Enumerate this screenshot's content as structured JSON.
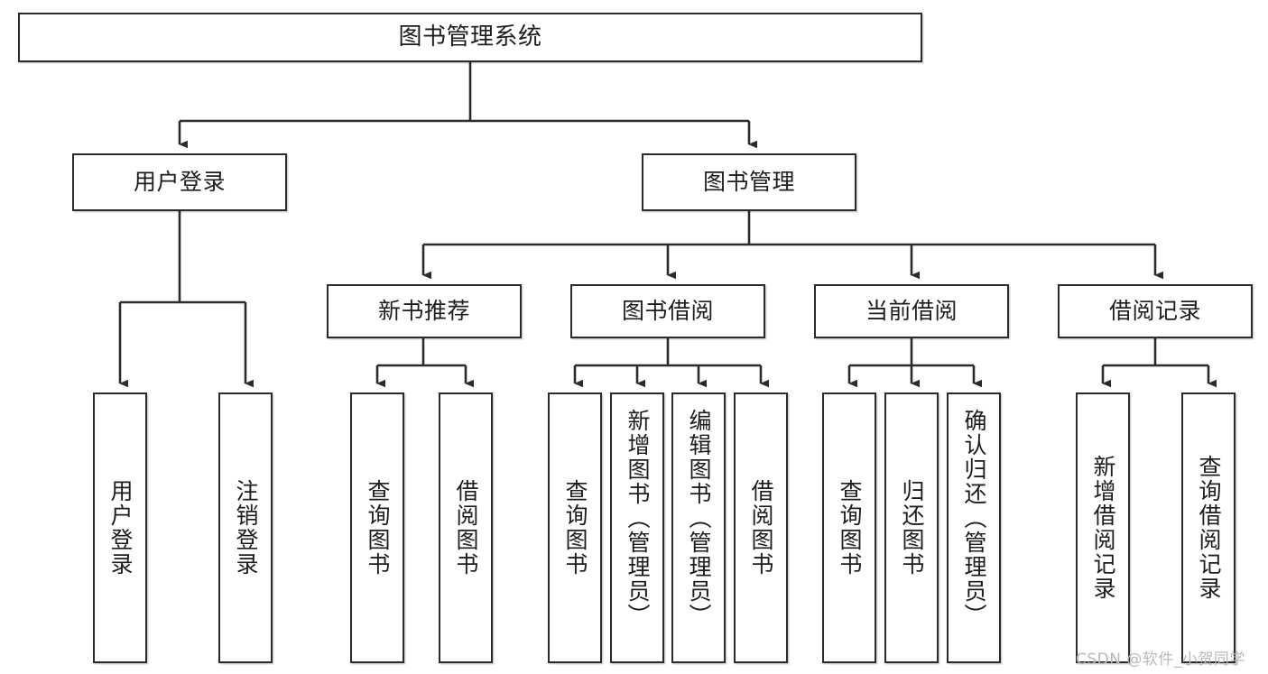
{
  "diagram": {
    "title": "图书管理系统",
    "type": "tree",
    "watermark": "CSDN @软件_小贺同学",
    "colors": {
      "box_stroke": "#2b2b2b",
      "box_fill": "#ffffff",
      "edge": "#2b2b2b",
      "text": "#1d1d1d",
      "watermark": "#b9b9b9"
    },
    "nodes": {
      "root": {
        "label": "图书管理系统",
        "level": 1
      },
      "user_login": {
        "label": "用户登录",
        "level": 2
      },
      "book_manage": {
        "label": "图书管理",
        "level": 2
      },
      "new_book_rec": {
        "label": "新书推荐",
        "level": 3
      },
      "book_borrow": {
        "label": "图书借阅",
        "level": 3
      },
      "current_borrow": {
        "label": "当前借阅",
        "level": 3
      },
      "borrow_record": {
        "label": "借阅记录",
        "level": 3
      },
      "leaf_user_login": {
        "label": "用户登录",
        "level": 3
      },
      "leaf_logout": {
        "label": "注销登录",
        "level": 3
      },
      "leaf_query_book_1": {
        "label": "查询图书",
        "level": 4
      },
      "leaf_borrow_book_1": {
        "label": "借阅图书",
        "level": 4
      },
      "leaf_query_book_2": {
        "label": "查询图书",
        "level": 4
      },
      "leaf_add_book": {
        "label": "新增图书（管理员）",
        "level": 4
      },
      "leaf_edit_book": {
        "label": "编辑图书（管理员）",
        "level": 4
      },
      "leaf_borrow_book_2": {
        "label": "借阅图书",
        "level": 4
      },
      "leaf_query_book_3": {
        "label": "查询图书",
        "level": 4
      },
      "leaf_return_book": {
        "label": "归还图书",
        "level": 4
      },
      "leaf_confirm_return": {
        "label": "确认归还（管理员）",
        "level": 4
      },
      "leaf_add_record": {
        "label": "新增借阅记录",
        "level": 4
      },
      "leaf_query_record": {
        "label": "查询借阅记录",
        "level": 4
      }
    },
    "edges": [
      {
        "from": "root",
        "to": "user_login"
      },
      {
        "from": "root",
        "to": "book_manage"
      },
      {
        "from": "user_login",
        "to": "leaf_user_login"
      },
      {
        "from": "user_login",
        "to": "leaf_logout"
      },
      {
        "from": "book_manage",
        "to": "new_book_rec"
      },
      {
        "from": "book_manage",
        "to": "book_borrow"
      },
      {
        "from": "book_manage",
        "to": "current_borrow"
      },
      {
        "from": "book_manage",
        "to": "borrow_record"
      },
      {
        "from": "new_book_rec",
        "to": "leaf_query_book_1"
      },
      {
        "from": "new_book_rec",
        "to": "leaf_borrow_book_1"
      },
      {
        "from": "book_borrow",
        "to": "leaf_query_book_2"
      },
      {
        "from": "book_borrow",
        "to": "leaf_add_book"
      },
      {
        "from": "book_borrow",
        "to": "leaf_edit_book"
      },
      {
        "from": "book_borrow",
        "to": "leaf_borrow_book_2"
      },
      {
        "from": "current_borrow",
        "to": "leaf_query_book_3"
      },
      {
        "from": "current_borrow",
        "to": "leaf_return_book"
      },
      {
        "from": "current_borrow",
        "to": "leaf_confirm_return"
      },
      {
        "from": "borrow_record",
        "to": "leaf_add_record"
      },
      {
        "from": "borrow_record",
        "to": "leaf_query_record"
      }
    ]
  }
}
